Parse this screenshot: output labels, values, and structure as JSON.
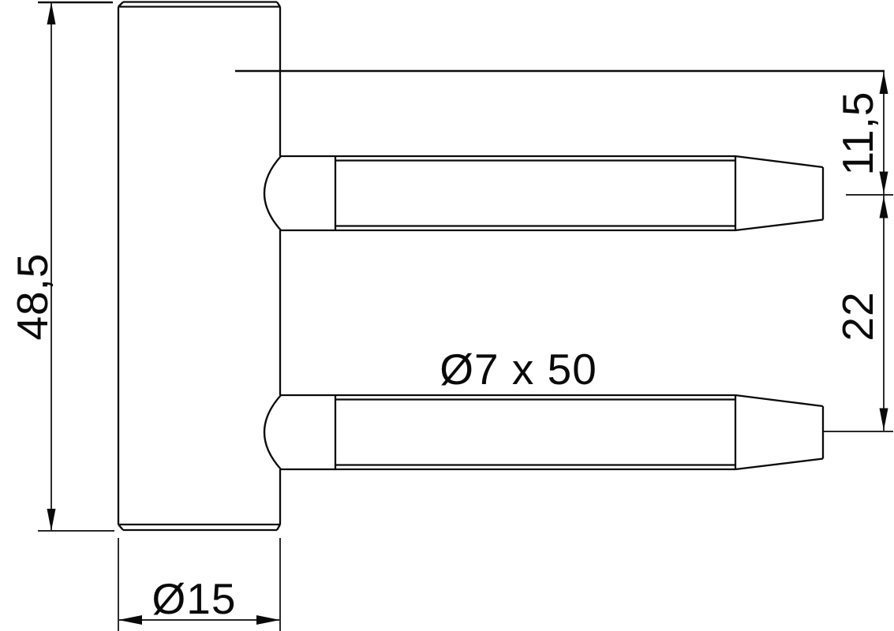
{
  "drawing": {
    "labels": {
      "body_height": "48,5",
      "body_diameter": "Ø15",
      "pin_offset_top": "11,5",
      "pin_axis_spacing": "22",
      "pin_spec": "Ø7 x 50"
    },
    "colors": {
      "line": "#0a0a0a",
      "background": "#ffffff"
    }
  }
}
